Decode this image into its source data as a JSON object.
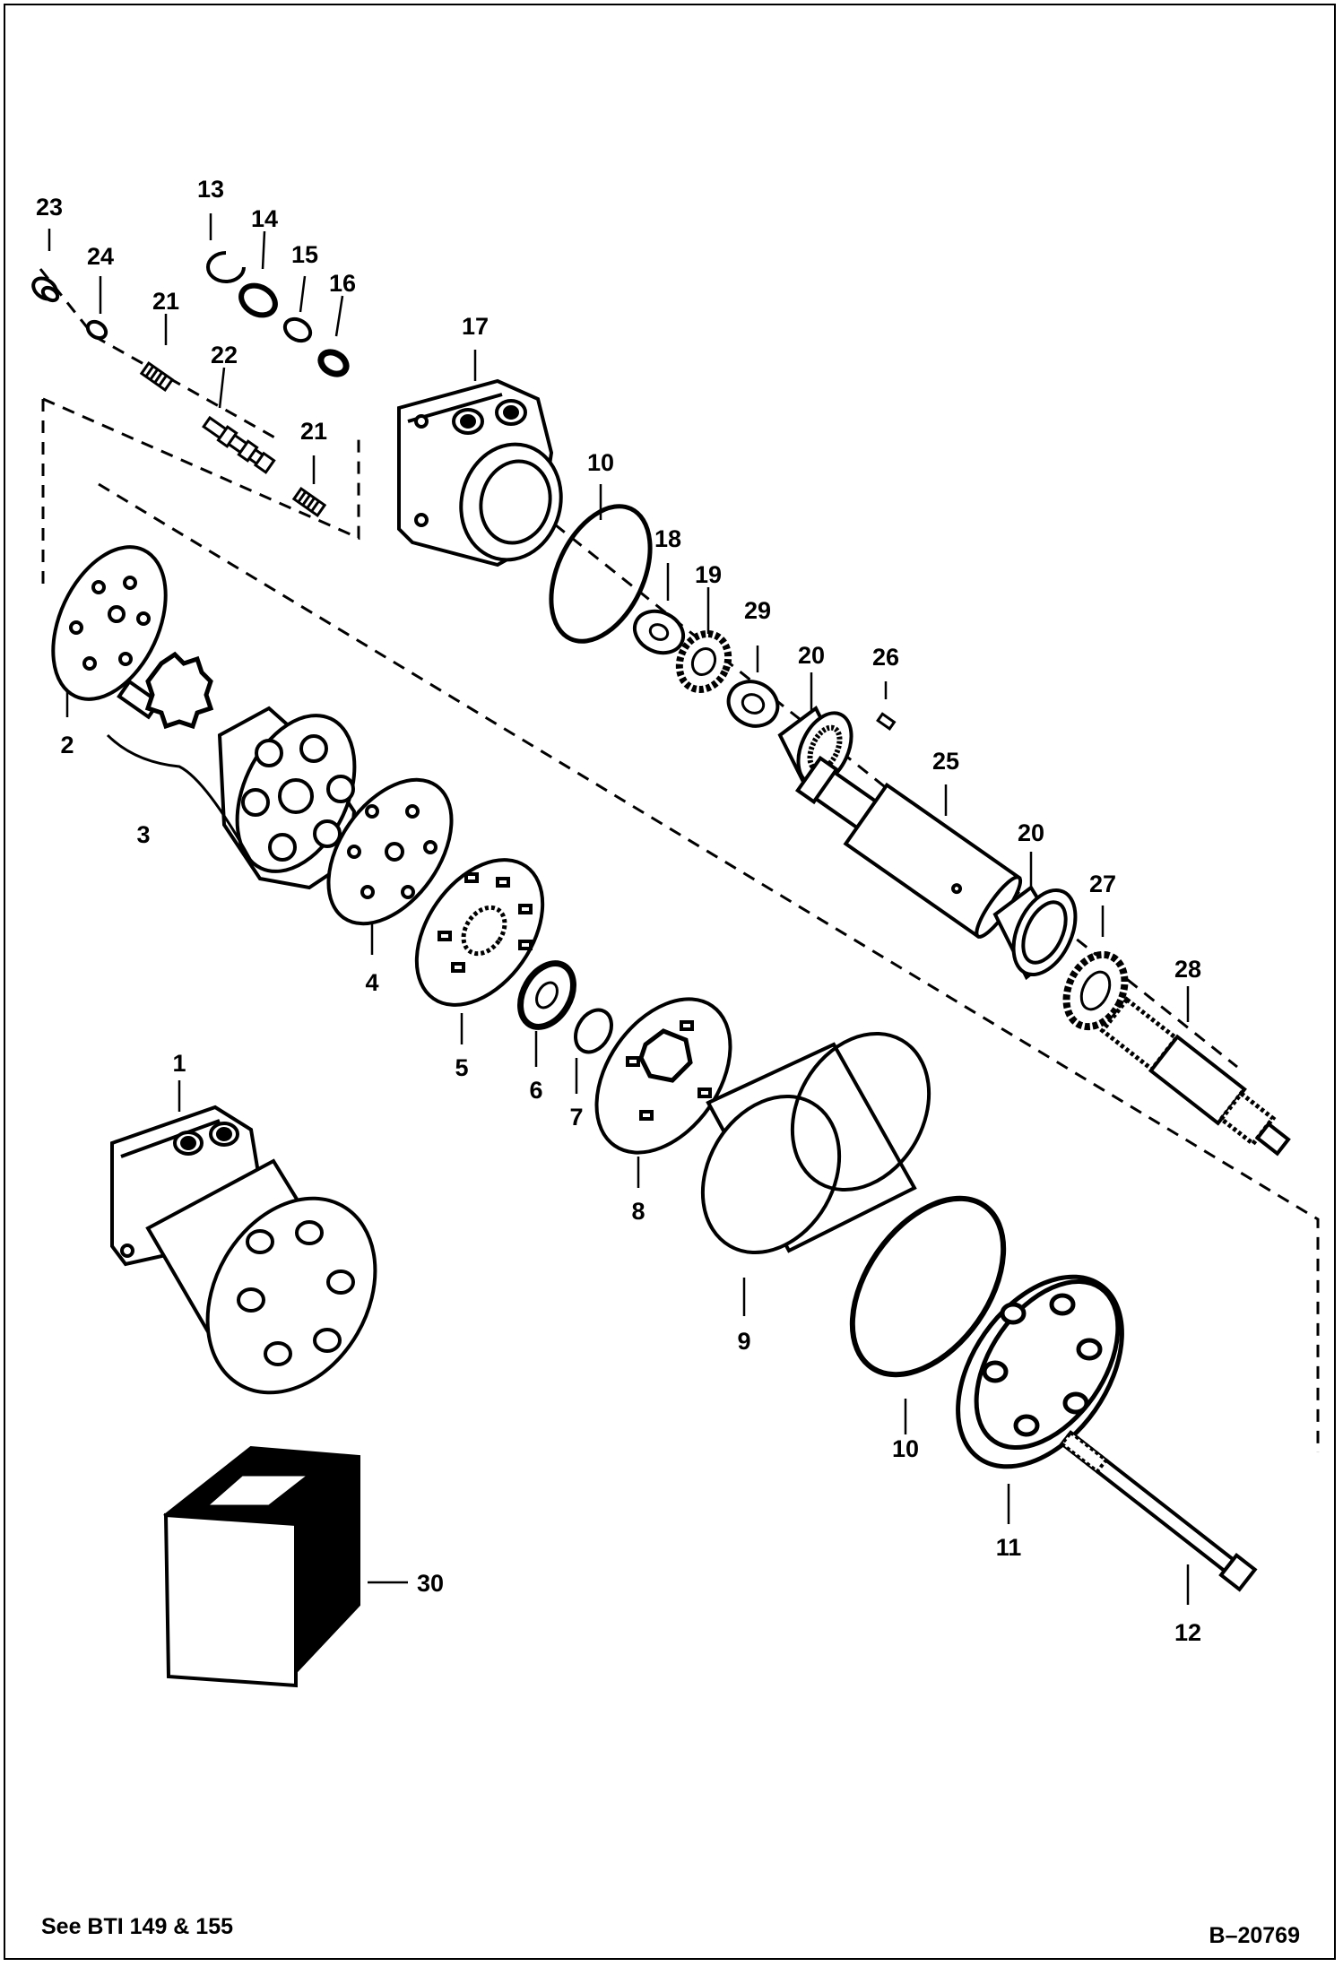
{
  "diagram": {
    "callouts": [
      {
        "id": "1",
        "text": "1"
      },
      {
        "id": "2",
        "text": "2"
      },
      {
        "id": "3",
        "text": "3"
      },
      {
        "id": "4",
        "text": "4"
      },
      {
        "id": "5",
        "text": "5"
      },
      {
        "id": "6",
        "text": "6"
      },
      {
        "id": "7",
        "text": "7"
      },
      {
        "id": "8",
        "text": "8"
      },
      {
        "id": "9",
        "text": "9"
      },
      {
        "id": "10a",
        "text": "10"
      },
      {
        "id": "10b",
        "text": "10"
      },
      {
        "id": "11",
        "text": "11"
      },
      {
        "id": "12",
        "text": "12"
      },
      {
        "id": "13",
        "text": "13"
      },
      {
        "id": "14",
        "text": "14"
      },
      {
        "id": "15",
        "text": "15"
      },
      {
        "id": "16",
        "text": "16"
      },
      {
        "id": "17",
        "text": "17"
      },
      {
        "id": "18",
        "text": "18"
      },
      {
        "id": "19",
        "text": "19"
      },
      {
        "id": "20a",
        "text": "20"
      },
      {
        "id": "20b",
        "text": "20"
      },
      {
        "id": "21a",
        "text": "21"
      },
      {
        "id": "21b",
        "text": "21"
      },
      {
        "id": "22",
        "text": "22"
      },
      {
        "id": "23",
        "text": "23"
      },
      {
        "id": "24",
        "text": "24"
      },
      {
        "id": "25",
        "text": "25"
      },
      {
        "id": "26",
        "text": "26"
      },
      {
        "id": "27",
        "text": "27"
      },
      {
        "id": "28",
        "text": "28"
      },
      {
        "id": "29",
        "text": "29"
      },
      {
        "id": "30",
        "text": "30"
      }
    ]
  },
  "footer": {
    "reference": "See BTI 149 & 155",
    "drawing_number": "B–20769"
  }
}
